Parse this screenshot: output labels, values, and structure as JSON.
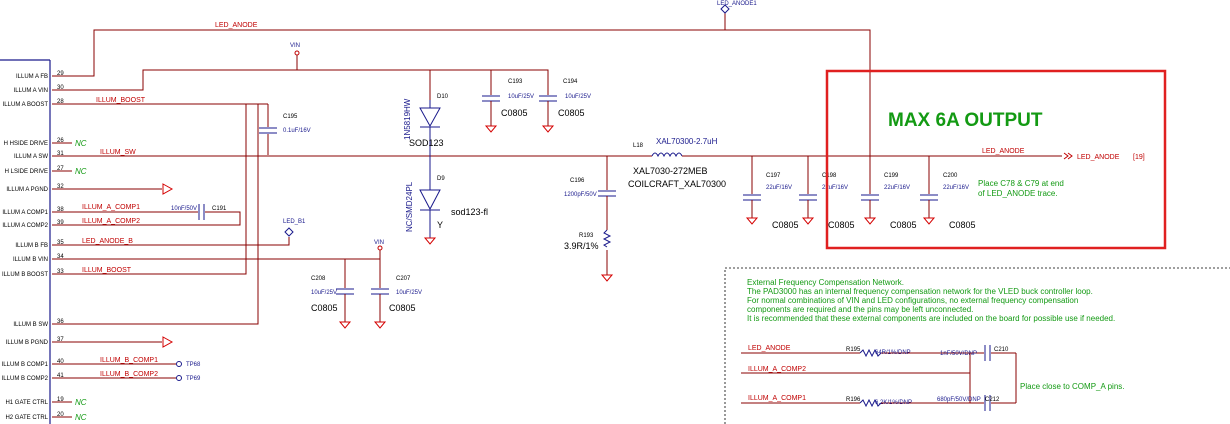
{
  "ic": {
    "pins": [
      {
        "name": "ILLUM_A_FB",
        "num": "29"
      },
      {
        "name": "ILLUM_A_VIN",
        "num": "30"
      },
      {
        "name": "ILLUM_A_BOOST",
        "num": "28"
      },
      {
        "name": "H_HSIDE_DRIVE",
        "num": "26"
      },
      {
        "name": "ILLUM_A_SW",
        "num": "31"
      },
      {
        "name": "H_LSIDE_DRIVE",
        "num": "27"
      },
      {
        "name": "ILLUM_A_PGND",
        "num": "32"
      },
      {
        "name": "ILLUM_A_COMP1",
        "num": "38"
      },
      {
        "name": "ILLUM_A_COMP2",
        "num": "39"
      },
      {
        "name": "ILLUM_B_FB",
        "num": "35"
      },
      {
        "name": "ILLUM_B_VIN",
        "num": "34"
      },
      {
        "name": "ILLUM_B_BOOST",
        "num": "33"
      },
      {
        "name": "ILLUM_B_SW",
        "num": "36"
      },
      {
        "name": "ILLUM_B_PGND",
        "num": "37"
      },
      {
        "name": "ILLUM_B_COMP1",
        "num": "40"
      },
      {
        "name": "ILLUM_B_COMP2",
        "num": "41"
      },
      {
        "name": "H1_GATE_CTRL",
        "num": "19"
      },
      {
        "name": "H2_GATE_CTRL",
        "num": "20"
      }
    ]
  },
  "nets": {
    "led_anode_top": "LED_ANODE",
    "led_anode1": "LED_ANODE1",
    "vin": "VIN",
    "vin2": "VIN",
    "illum_boost": "ILLUM_BOOST",
    "illum_sw": "ILLUM_SW",
    "nc1": "NC",
    "nc2": "NC",
    "nc3": "NC",
    "nc4": "NC",
    "comp1": "ILLUM_A_COMP1",
    "comp2": "ILLUM_A_COMP2",
    "led_anode_b": "LED_ANODE_B",
    "led_b1": "LED_B1",
    "illum_boost2": "ILLUM_BOOST",
    "b_comp1": "ILLUM_B_COMP1",
    "b_comp2": "ILLUM_B_COMP2",
    "tp68": "TP68",
    "tp69": "TP69",
    "out": "LED_ANODE",
    "out_ref": "[19]"
  },
  "parts": {
    "c195": {
      "ref": "C195",
      "val": "0.1uF/16V"
    },
    "d10": {
      "ref": "D10",
      "part": "1N5819HW",
      "pkg": "SOD123"
    },
    "d9": {
      "ref": "D9",
      "part": "NC/SMD24PL",
      "pkg": "sod123-fl",
      "y": "Y"
    },
    "c193": {
      "ref": "C193",
      "val": "10uF/25V",
      "pkg": "C0805"
    },
    "c194": {
      "ref": "C194",
      "val": "10uF/25V",
      "pkg": "C0805"
    },
    "l18": {
      "ref": "L18",
      "val": "XAL70300-2.7uH",
      "part": "XAL7030-272MEB",
      "mfr": "COILCRAFT_XAL70300"
    },
    "c196": {
      "ref": "C196",
      "val": "1200pF/50V"
    },
    "r193": {
      "ref": "R193",
      "val": "3.9R/1%"
    },
    "c197": {
      "ref": "C197",
      "val": "22uF/16V",
      "pkg": "C0805"
    },
    "c198": {
      "ref": "C198",
      "val": "22uF/16V",
      "pkg": "C0805"
    },
    "c199": {
      "ref": "C199",
      "val": "22uF/16V",
      "pkg": "C0805"
    },
    "c200": {
      "ref": "C200",
      "val": "22uF/16V",
      "pkg": "C0805"
    },
    "c191": {
      "ref": "C191",
      "val": "10nF/50V"
    },
    "c208": {
      "ref": "C208",
      "val": "10uF/25V",
      "pkg": "C0805"
    },
    "c207": {
      "ref": "C207",
      "val": "10uF/25V",
      "pkg": "C0805"
    },
    "r195": {
      "ref": "R195",
      "val": "64R/1%/DNP"
    },
    "c210": {
      "ref": "C210",
      "val": "1nF/50V/DNP"
    },
    "r196": {
      "ref": "R196",
      "val": "6.2K/1%/DNP"
    },
    "c212": {
      "ref": "C212",
      "val": "680pF/50V/DNP"
    }
  },
  "box": {
    "title": "MAX 6A OUTPUT",
    "color": "#e02020"
  },
  "notes": {
    "place1": "Place C78 & C79 at end",
    "place2": "of LED_ANODE trace.",
    "comp_place": "Place close to COMP_A pins.",
    "ext1": "External Frequency Compensation Network.",
    "ext2": "The PAD3000 has an internal frequency compensation network for the VLED buck controller loop.",
    "ext3": "For normal combinations of VIN and LED configurations, no external frequency compensation",
    "ext4": "components are required and the pins may be left unconnected.",
    "ext5": "It is recommended that these external components are included on the board for possible use if needed."
  },
  "comp_net": {
    "led_anode": "LED_ANODE",
    "comp2": "ILLUM_A_COMP2",
    "comp1": "ILLUM_A_COMP1"
  }
}
